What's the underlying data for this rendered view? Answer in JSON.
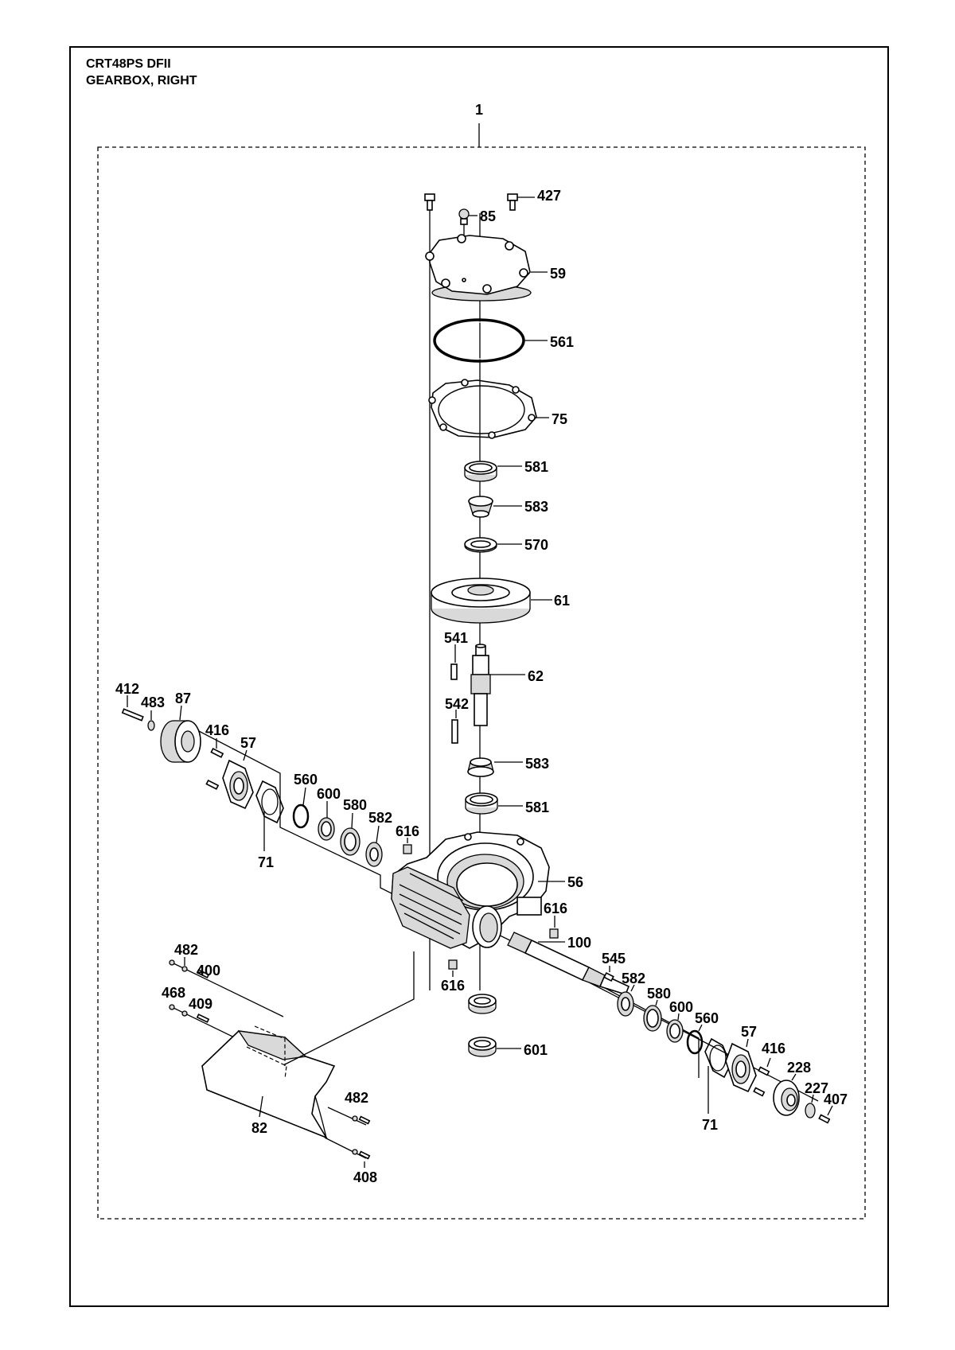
{
  "header": {
    "model": "CRT48PS DFII",
    "assembly": "GEARBOX, RIGHT"
  },
  "callouts": {
    "c1": "1",
    "c427": "427",
    "c85": "85",
    "c59": "59",
    "c561": "561",
    "c75": "75",
    "c581a": "581",
    "c583a": "583",
    "c570": "570",
    "c61": "61",
    "c541": "541",
    "c62": "62",
    "c542": "542",
    "c583b": "583",
    "c581b": "581",
    "c56": "56",
    "c616a": "616",
    "c616b": "616",
    "c616c": "616",
    "c100": "100",
    "c545": "545",
    "c582a": "582",
    "c580a": "580",
    "c600a": "600",
    "c560a": "560",
    "c57a": "57",
    "c416a": "416",
    "c228": "228",
    "c227": "227",
    "c407": "407",
    "c71a": "71",
    "c601": "601",
    "c412": "412",
    "c483": "483",
    "c87": "87",
    "c416b": "416",
    "c57b": "57",
    "c560b": "560",
    "c600b": "600",
    "c580b": "580",
    "c582b": "582",
    "c71b": "71",
    "c482a": "482",
    "c400": "400",
    "c468": "468",
    "c409": "409",
    "c482b": "482",
    "c82": "82",
    "c408": "408"
  }
}
